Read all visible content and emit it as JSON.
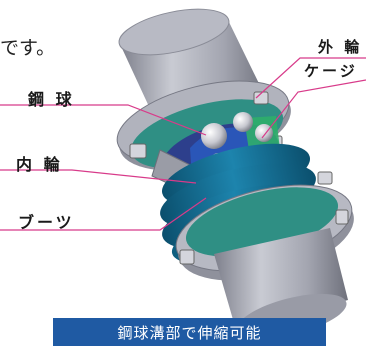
{
  "intro_text": "です。",
  "labels": {
    "steel_ball": "鋼 球",
    "inner_ring": "内 輪",
    "boot": "ブーツ",
    "outer_ring": "外 輪",
    "cage": "ケージ"
  },
  "caption": "鋼球溝部で伸縮可能",
  "colors": {
    "leader_line": "#d83b8a",
    "caption_bg": "#1f5aa3",
    "flange": "#a9abb6",
    "boot": "#17739a",
    "inner_ring": "#2a56b8",
    "cage": "#2fae6a",
    "flange_ring_green": "#2f8f84"
  }
}
